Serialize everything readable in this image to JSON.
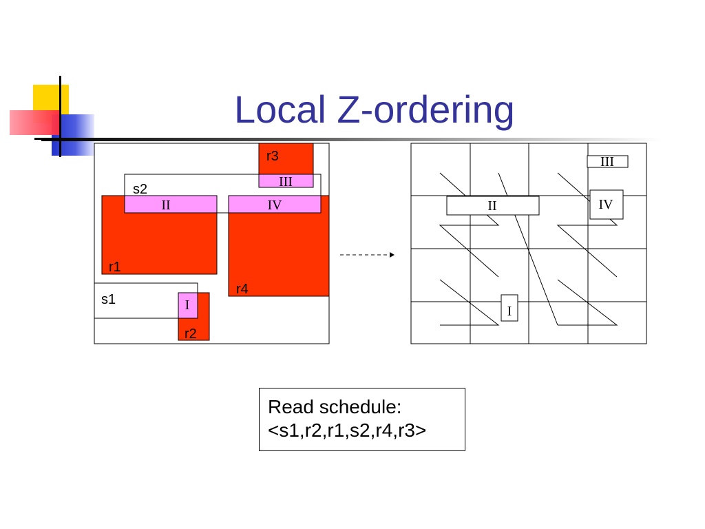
{
  "title": "Local Z-ordering",
  "colors": {
    "title": "#333399",
    "rect_fill": "#ff3300",
    "region_fill": "#ff99ff",
    "stroke": "#000000"
  },
  "left_diagram": {
    "rect_labels": {
      "r1": "r1",
      "r2": "r2",
      "r3": "r3",
      "r4": "r4"
    },
    "strip_labels": {
      "s1": "s1",
      "s2": "s2"
    },
    "region_labels": {
      "I": "I",
      "II": "II",
      "III": "III",
      "IV": "IV"
    }
  },
  "right_diagram": {
    "region_labels": {
      "I": "I",
      "II": "II",
      "III": "III",
      "IV": "IV"
    }
  },
  "schedule": {
    "line1": "Read schedule:",
    "line2": "<s1,r2,r1,s2,r4,r3>"
  }
}
